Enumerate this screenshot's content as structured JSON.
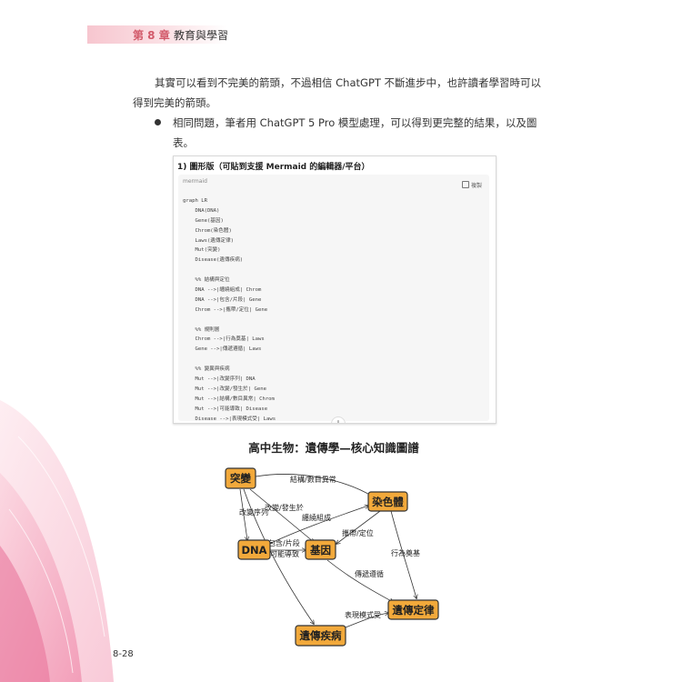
{
  "header": {
    "chapter": "第 8 章",
    "title": "教育與學習"
  },
  "body": {
    "paragraph": "其實可以看到不完美的箭頭，不過相信 ChatGPT 不斷進步中，也許讀者學習時可以得到完美的箭頭。",
    "bullet": "相同問題，筆者用 ChatGPT 5 Pro 模型處理，可以得到更完整的結果，以及圖表。"
  },
  "code_panel": {
    "title": "1) 圖形版（可貼到支援 Mermaid 的編輯器/平台）",
    "language": "mermaid",
    "copy_label": "複製",
    "scroll_icon": "arrow-down-icon",
    "lines": [
      "graph LR",
      "    DNA(DNA)",
      "    Gene(基因)",
      "    Chrom(染色體)",
      "    Laws(遺傳定律)",
      "    Mut(突變)",
      "    Disease(遺傳疾病)",
      "",
      "    %% 結構與定位",
      "    DNA -->|纏繞組成| Chrom",
      "    DNA -->|包含/片段| Gene",
      "    Chrom -->|攜帶/定位| Gene",
      "",
      "    %% 規則層",
      "    Chrom -->|行為奠基| Laws",
      "    Gene -->|傳遞遵循| Laws",
      "",
      "    %% 變異與疾病",
      "    Mut -->|改變序列| DNA",
      "    Mut -->|改變/發生於| Gene",
      "    Mut -->|結構/數目異常| Chrom",
      "    Mut -->|可能導致| Disease",
      "    Disease -->|表現模式受| Laws"
    ]
  },
  "diagram": {
    "title": "高中生物：遺傳學—核心知識圖譜",
    "nodes": {
      "mut": "突變",
      "chrom": "染色體",
      "dna": "DNA",
      "gene": "基因",
      "laws": "遺傳定律",
      "disease": "遺傳疾病"
    },
    "edges": {
      "mut_chrom": "結構/數目異常",
      "mut_gene": "改變/發生於",
      "mut_dna": "改變序列",
      "dna_chrom": "纏繞組成",
      "chrom_gene": "攜帶/定位",
      "chrom_laws": "行為奠基",
      "dna_gene": "包含/片段",
      "mut_disease": "可能導致",
      "gene_laws": "傳遞遵循",
      "disease_laws": "表現模式受"
    },
    "node_color": "#f2a93b"
  },
  "footer": {
    "page_number": "8-28"
  },
  "colors": {
    "accent": "#d25a6a",
    "decor_pink": "#f5b6c6"
  }
}
